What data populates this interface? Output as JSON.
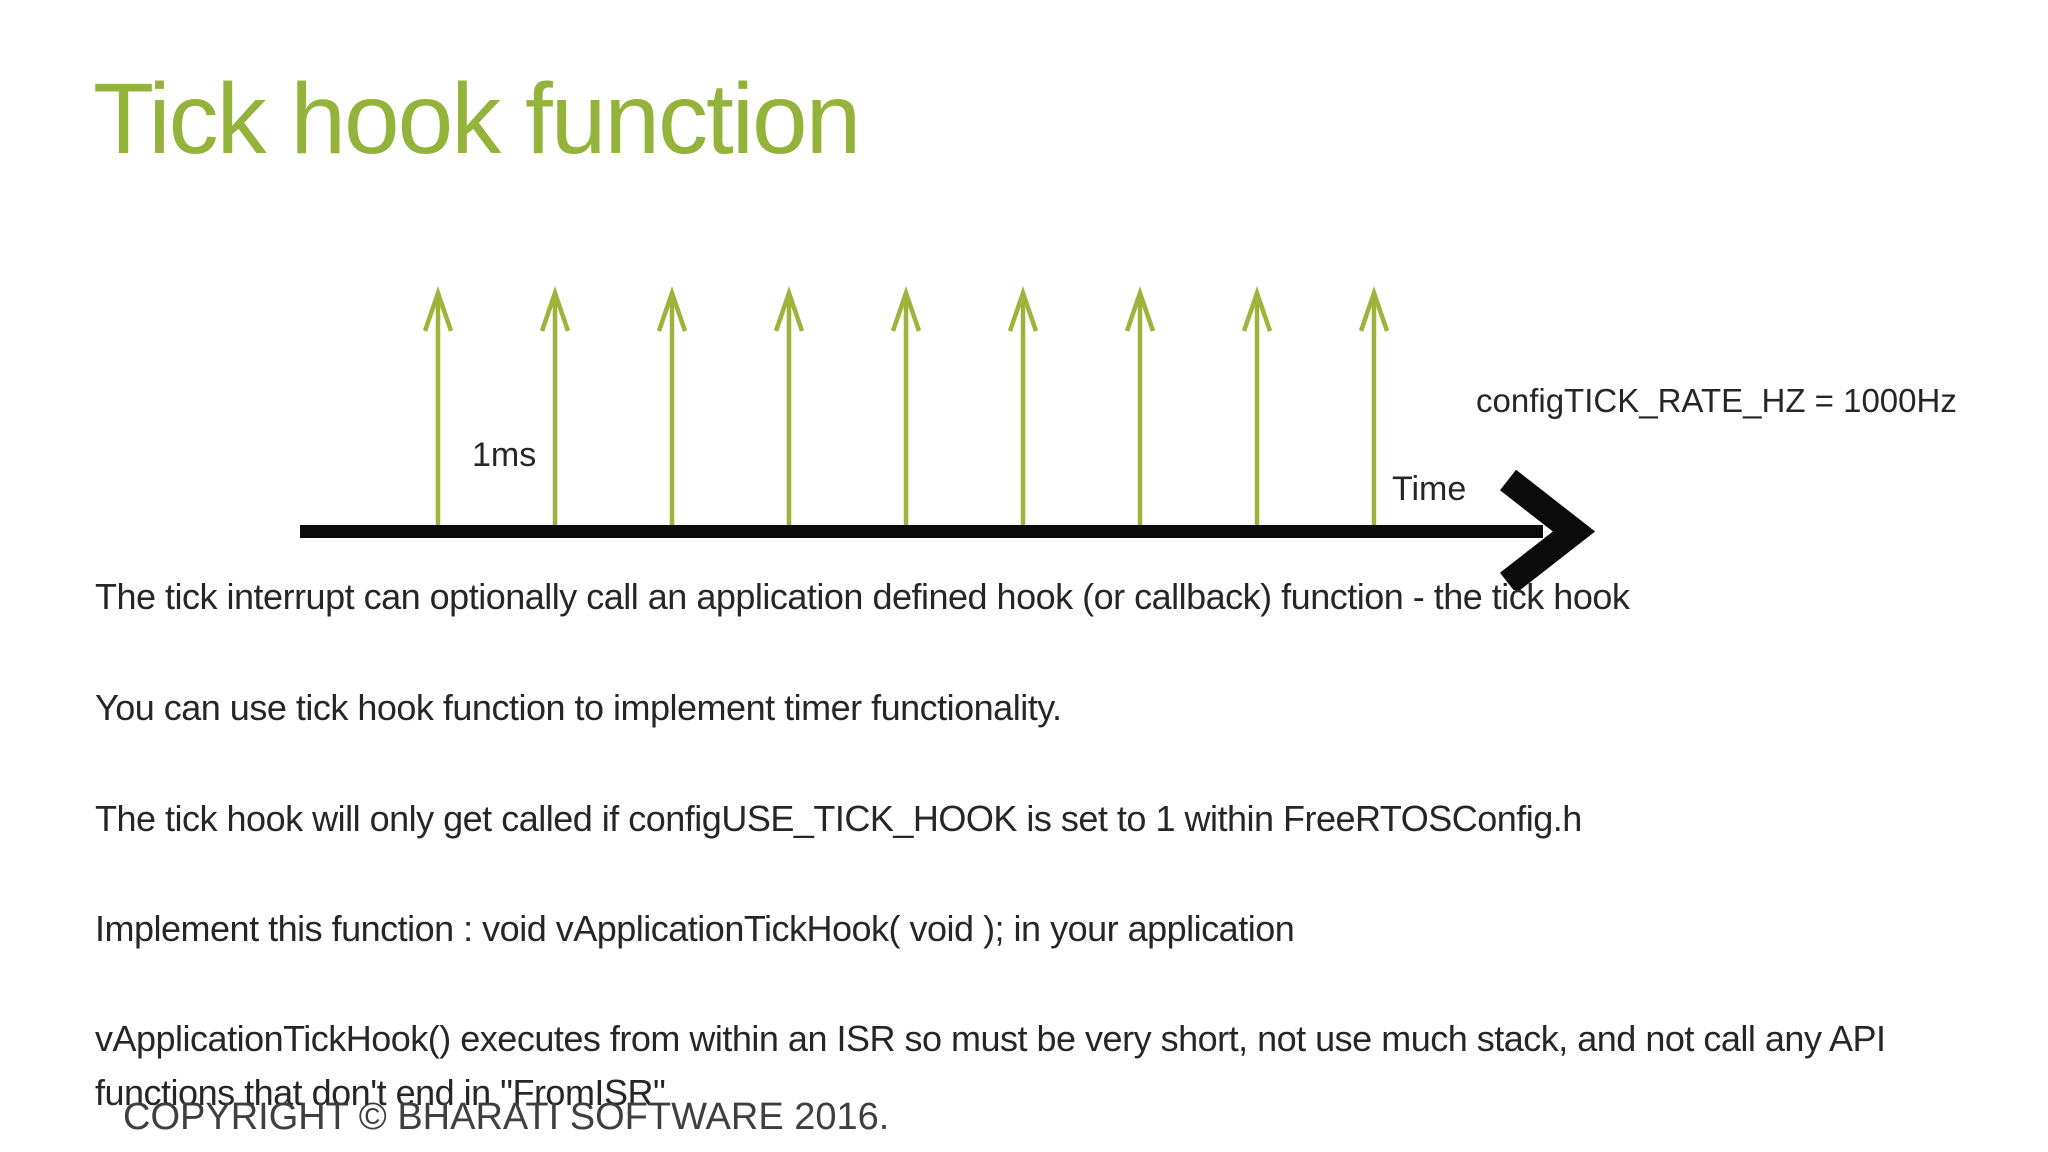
{
  "slide": {
    "title": "Tick hook function",
    "diagram": {
      "tick_count": 9,
      "tick_label": "1ms",
      "time_label": "Time",
      "rate_label": "configTICK_RATE_HZ = 1000Hz"
    },
    "paragraphs": [
      "The tick interrupt can optionally call an application defined hook (or callback) function - the tick hook",
      "You can use tick hook function to implement timer functionality.",
      "The tick hook will only get called if configUSE_TICK_HOOK is set to 1 within FreeRTOSConfig.h",
      "Implement this function : void vApplicationTickHook( void ); in your application",
      "vApplicationTickHook() executes from within an ISR so must be very short, not use much stack, and not call any API functions that don't end in \"FromISR\""
    ],
    "footer": "COPYRIGHT © BHARATI SOFTWARE 2016.",
    "colors": {
      "accent_green": "#94B33B",
      "arrow_green": "#9FB23B",
      "axis_black": "#0B0B0B",
      "body_text": "#262626",
      "footer_text": "#3F3F3F",
      "background": "#FFFFFF"
    }
  }
}
